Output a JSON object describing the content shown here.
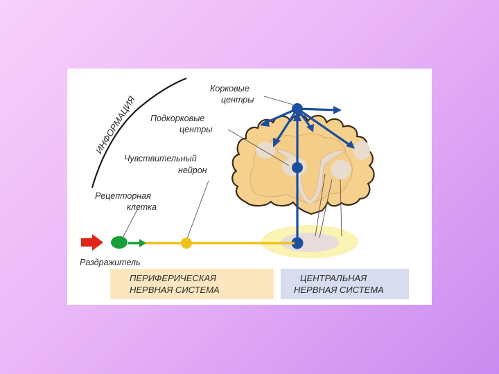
{
  "labels": {
    "information": "ИНФОРМАЦИЯ",
    "cortical_line1": "Корковые",
    "cortical_line2": "центры",
    "subcortical_line1": "Подкорковые",
    "subcortical_line2": "центры",
    "sensory_line1": "Чувствительный",
    "sensory_line2": "нейрон",
    "receptor_line1": "Рецепторная",
    "receptor_line2": "клетка",
    "stimulus": "Раздражитель"
  },
  "systems": {
    "peripheral_line1": "ПЕРИФЕРИЧЕСКАЯ",
    "peripheral_line2": "НЕРВНАЯ СИСТЕМА",
    "central_line1": "ЦЕНТРАЛЬНАЯ",
    "central_line2": "НЕРВНАЯ СИСТЕМА"
  },
  "colors": {
    "brain_fill": "#f6d18e",
    "brain_outline": "#3a2a1a",
    "pathway_blue": "#1c4fa0",
    "signal_yellow": "#f2c01a",
    "receptor_green": "#1a9e3a",
    "stimulus_red": "#e2231a",
    "peripheral_box": "#fbe6bf",
    "central_box": "#d8dcef"
  }
}
